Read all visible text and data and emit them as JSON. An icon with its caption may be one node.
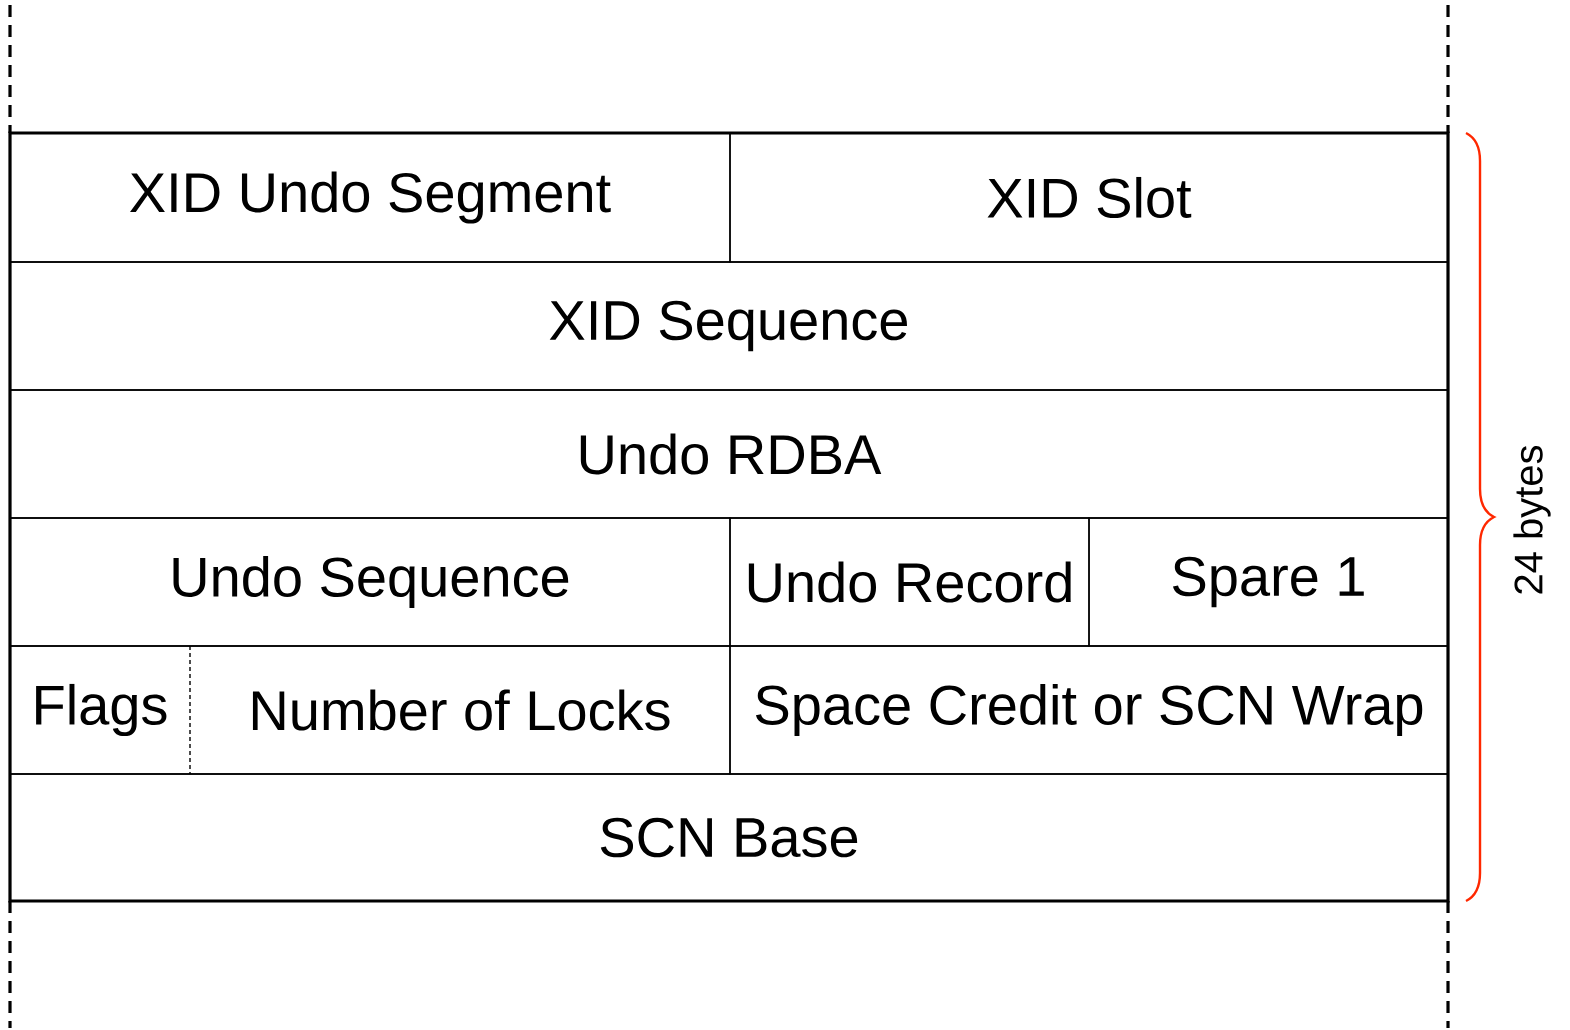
{
  "diagram": {
    "nodes": [
      {
        "text": [
          "XID Undo Segment"
        ]
      },
      {
        "text": [
          "XID Slot"
        ]
      },
      {
        "text": [
          "XID Sequence"
        ]
      },
      {
        "text": [
          "Undo RDBA"
        ]
      },
      {
        "text": [
          "Undo Sequence"
        ]
      },
      {
        "text": [
          "Undo Record"
        ]
      },
      {
        "text": [
          "Spare 1"
        ]
      },
      {
        "text": [
          "Flags"
        ]
      },
      {
        "text": [
          "Number of Locks"
        ]
      },
      {
        "text": [
          "Space Credit or SCN Wrap"
        ]
      },
      {
        "text": [
          "SCN Base"
        ]
      }
    ],
    "labels": [
      "24 bytes"
    ]
  }
}
